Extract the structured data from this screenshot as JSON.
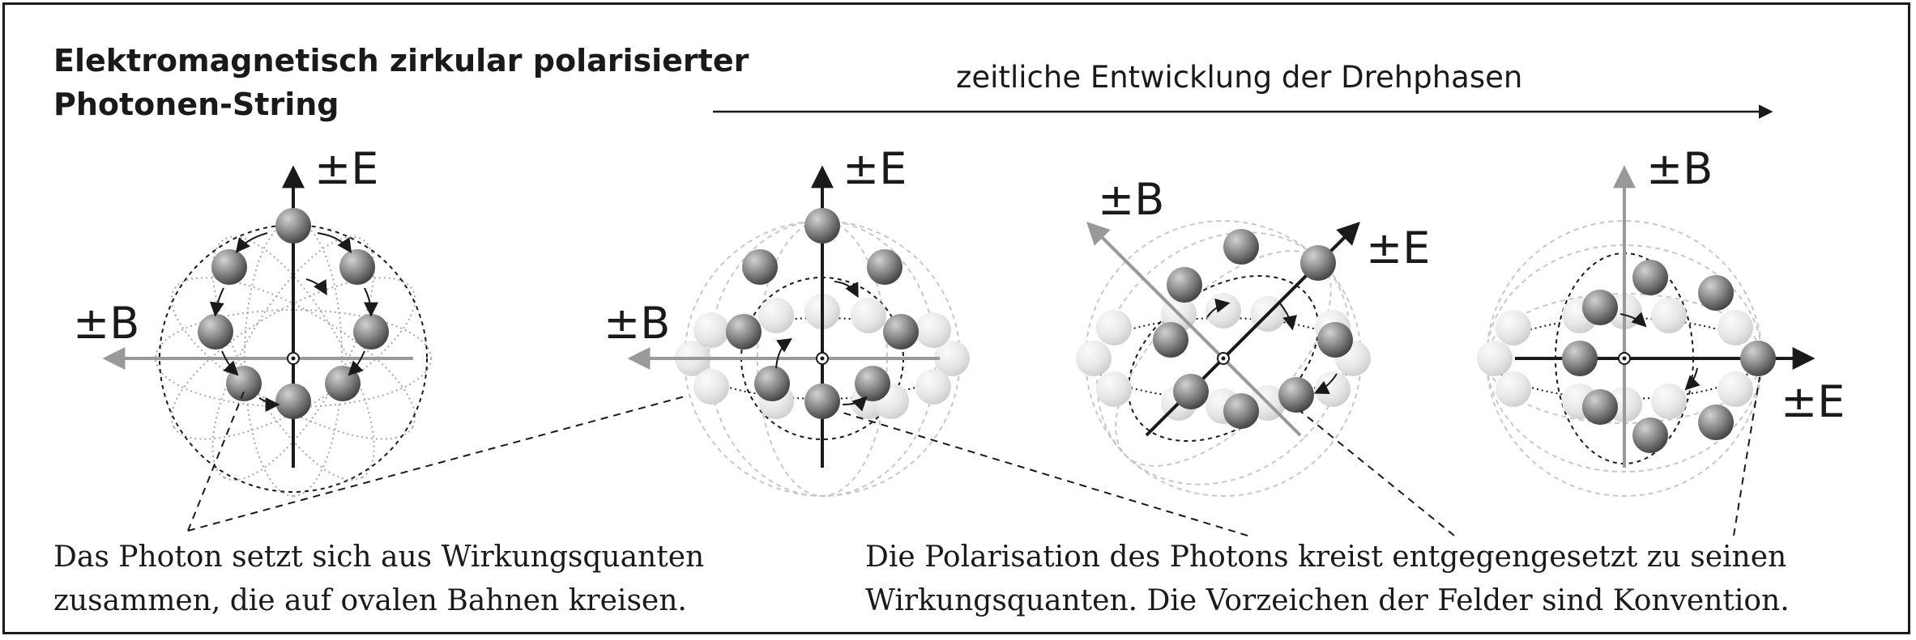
{
  "title": {
    "line1": "Elektromagnetisch zirkular polarisierter",
    "line2": "Photonen-String"
  },
  "timeline": {
    "label": "zeitliche Entwicklung der Drehphasen"
  },
  "captions": {
    "left": {
      "line1": "Das Photon setzt sich aus Wirkungsquanten",
      "line2": "zusammen, die auf ovalen Bahnen kreisen."
    },
    "right": {
      "line1": "Die Polarisation des Photons kreist entgegengesetzt zu seinen",
      "line2": "Wirkungsquanten. Die Vorzeichen der Felder sind Konvention."
    }
  },
  "axis_labels": {
    "e": "±E",
    "b": "±B"
  },
  "colors": {
    "ink": "#1a1a1a",
    "axis_gray": "#999999",
    "sphere_dark": "#6b6b6b",
    "sphere_ghost": "#e4e4e4"
  }
}
